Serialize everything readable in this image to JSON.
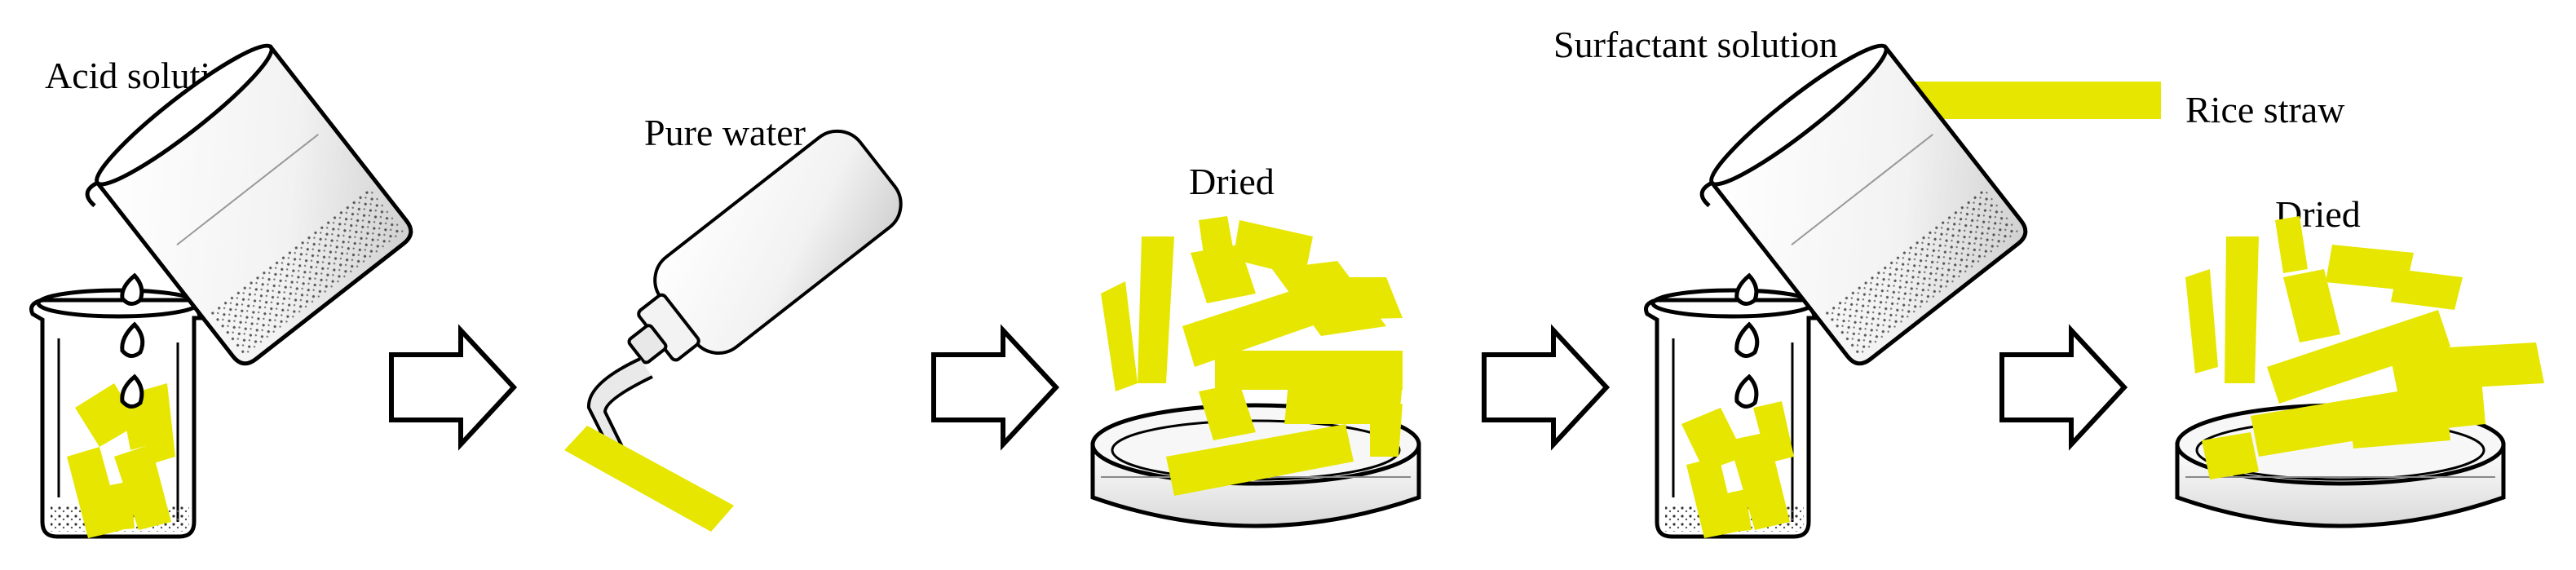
{
  "labels": {
    "acid_solution": "Acid solution",
    "pure_water": "Pure water",
    "dried_1": "Dried",
    "surfactant_solution": "Surfactant solution",
    "dried_2": "Dried"
  },
  "legend": {
    "rice_straw_label": "Rice straw",
    "rice_straw_color": "#e6e600"
  },
  "colors": {
    "straw": "#e6e600",
    "outline": "#000000",
    "glass_fill": "#ffffff",
    "glass_shade": "#e6e6e6"
  },
  "steps": [
    {
      "name": "acid-treatment",
      "label_key": "acid_solution"
    },
    {
      "name": "water-wash",
      "label_key": "pure_water"
    },
    {
      "name": "drying",
      "label_key": "dried_1"
    },
    {
      "name": "surfactant-treatment",
      "label_key": "surfactant_solution"
    },
    {
      "name": "drying",
      "label_key": "dried_2"
    }
  ]
}
